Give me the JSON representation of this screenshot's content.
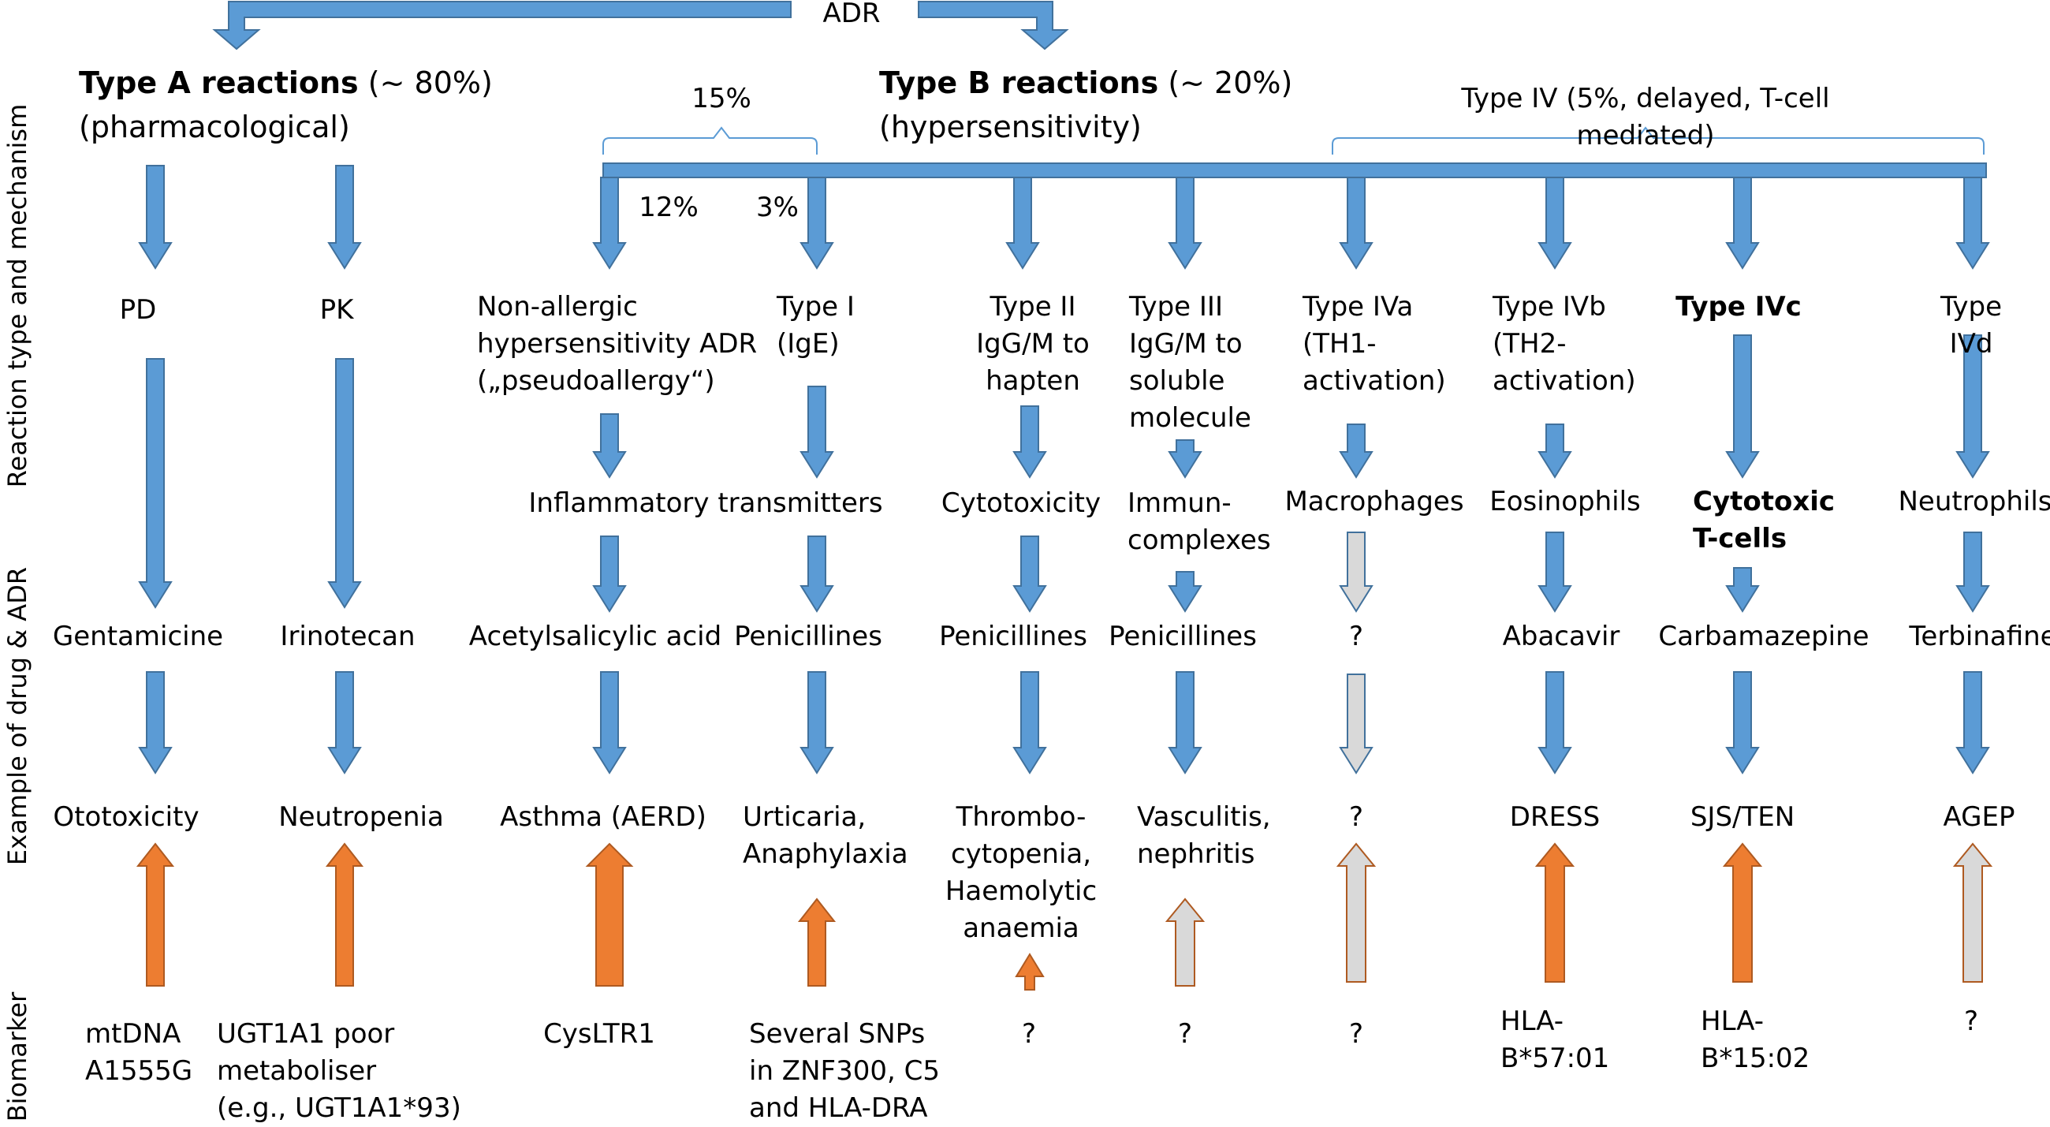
{
  "top": {
    "adr_label": "ADR"
  },
  "type_a": {
    "title": "Type A reactions",
    "share": " (~ 80%)",
    "subtitle": "(pharmacological)"
  },
  "type_b": {
    "title": "Type B reactions",
    "share": " (~ 20%)",
    "subtitle": "(hypersensitivity)"
  },
  "brackets": {
    "fifteen": "15%",
    "type_iv": "Type IV (5%, delayed, T-cell mediated)",
    "twelve": "12%",
    "three": "3%"
  },
  "side_labels": {
    "mechanism": "Reaction type and mechanism",
    "example": "Example of drug & ADR",
    "biomarker": "Biomarker"
  },
  "columns": [
    {
      "type": "PD",
      "drug": "Gentamicine",
      "adr": "Ototoxicity",
      "biomarker": "mtDNA\nA1555G"
    },
    {
      "type": "PK",
      "drug": "Irinotecan",
      "adr": "Neutropenia",
      "biomarker": "UGT1A1 poor\nmetaboliser\n(e.g., UGT1A1*93)"
    },
    {
      "type": "Non-allergic\nhypersensitivity ADR\n(„pseudoallergy“)",
      "drug": "Acetylsalicylic acid",
      "adr": "Asthma (AERD)",
      "biomarker": "CysLTR1"
    },
    {
      "type": "Type I\n(IgE)",
      "drug": "Penicillines",
      "adr": "Urticaria,\nAnaphylaxia",
      "biomarker": "Several SNPs\nin ZNF300, C5\nand HLA-DRA"
    },
    {
      "type": "Type II\nIgG/M to\nhapten",
      "mechanism": "Cytotoxicity",
      "drug": "Penicillines",
      "adr": "Thrombo-\ncytopenia,\nHaemolytic\nanaemia",
      "biomarker": "?"
    },
    {
      "type": "Type III\nIgG/M to\nsoluble\nmolecule",
      "mechanism": "Immun-\ncomplexes",
      "drug": "Penicillines",
      "adr": "Vasculitis,\nnephritis",
      "biomarker": "?"
    },
    {
      "type": "Type IVa\n(TH1-\nactivation)",
      "mechanism": "Macrophages",
      "drug": "?",
      "adr": "?",
      "biomarker": "?"
    },
    {
      "type": "Type IVb\n(TH2-\nactivation)",
      "mechanism": "Eosinophils",
      "drug": "Abacavir",
      "adr": "DRESS",
      "biomarker": "HLA-\nB*57:01"
    },
    {
      "type": "Type IVc",
      "mechanism": "Cytotoxic\nT-cells",
      "drug": "Carbamazepine",
      "adr": "SJS/TEN",
      "biomarker": "HLA-\nB*15:02"
    },
    {
      "type": "Type IVd",
      "mechanism": "Neutrophils",
      "drug": "Terbinafine",
      "adr": "AGEP",
      "biomarker": "?"
    }
  ],
  "shared": {
    "inflammatory": "Inflammatory transmitters"
  },
  "colors": {
    "blue": "#5b9bd5",
    "blue_edge": "#41719c",
    "orange": "#ed7d31",
    "orange_edge": "#ae5a21",
    "grey": "#d9d9d9",
    "bracket": "#5b9bd5"
  }
}
